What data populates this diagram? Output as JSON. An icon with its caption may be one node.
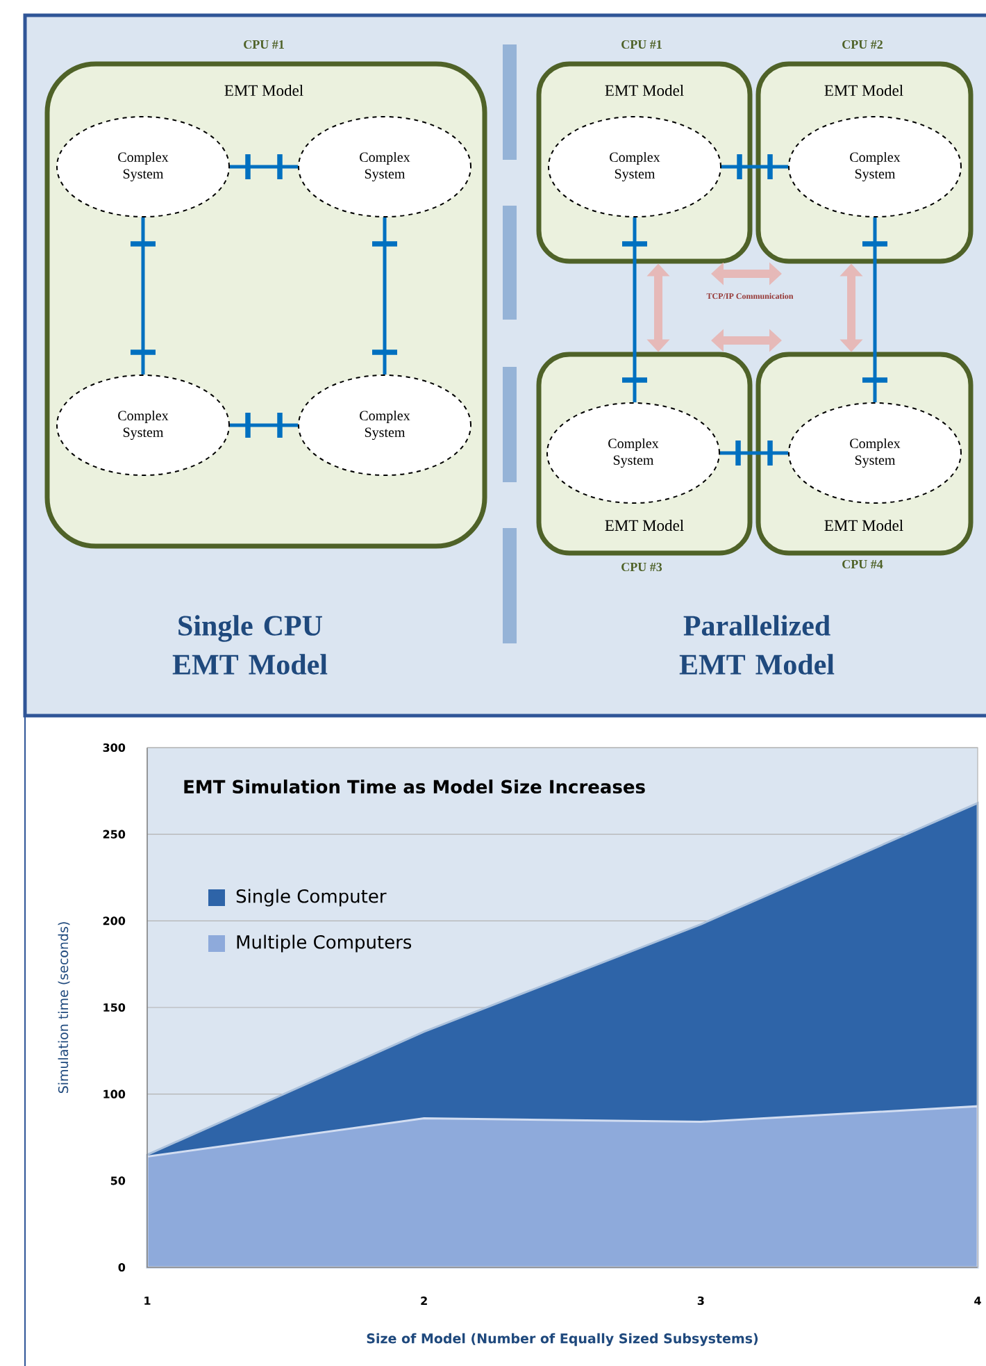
{
  "diagram": {
    "nodes": [
      {
        "text": [
          "CPU #1",
          "EMT Model"
        ]
      },
      {
        "text": [
          "Complex System"
        ],
        "in": 0
      },
      {
        "text": [
          "Complex System"
        ],
        "in": 0
      },
      {
        "text": [
          "Complex System"
        ],
        "in": 0
      },
      {
        "text": [
          "Complex System"
        ],
        "in": 0
      },
      {
        "text": [
          "CPU #1",
          "EMT Model"
        ]
      },
      {
        "text": [
          "Complex System"
        ],
        "in": 5
      },
      {
        "text": [
          "CPU #2",
          "EMT Model"
        ]
      },
      {
        "text": [
          "Complex System"
        ],
        "in": 7
      },
      {
        "text": [
          "EMT Model",
          "CPU #3"
        ]
      },
      {
        "text": [
          "Complex System"
        ],
        "in": 9
      },
      {
        "text": [
          "EMT Model",
          "CPU #4"
        ]
      },
      {
        "text": [
          "Complex System"
        ],
        "in": 11
      }
    ],
    "edges": [
      {
        "from": 1,
        "to": 2,
        "arrow": "none"
      },
      {
        "from": 1,
        "to": 3,
        "arrow": "none"
      },
      {
        "from": 2,
        "to": 4,
        "arrow": "none"
      },
      {
        "from": 3,
        "to": 4,
        "arrow": "none"
      },
      {
        "from": 6,
        "to": 8,
        "arrow": "none"
      },
      {
        "from": 6,
        "to": 10,
        "arrow": "none"
      },
      {
        "from": 8,
        "to": 12,
        "arrow": "none"
      },
      {
        "from": 10,
        "to": 12,
        "arrow": "none"
      },
      {
        "from": 5,
        "to": 7,
        "arrow": "both",
        "style": "thick",
        "color": "#e6b9b8"
      },
      {
        "from": 5,
        "to": 9,
        "arrow": "both",
        "style": "thick",
        "color": "#e6b9b8"
      },
      {
        "from": 7,
        "to": 11,
        "arrow": "both",
        "style": "thick",
        "color": "#e6b9b8"
      },
      {
        "from": 9,
        "to": 11,
        "arrow": "both",
        "style": "thick",
        "color": "#e6b9b8"
      }
    ],
    "labels": [
      "TCP/IP Communication",
      "Single CPU EMT Model",
      "Parallelized EMT Model"
    ],
    "chart_data": {
      "type": "area",
      "title": "EMT Simulation Time as Model Size Increases",
      "xlabel": "Size of Model (Number of Equally Sized Subsystems)",
      "ylabel": "Simulation time (seconds)",
      "x": [
        1,
        2,
        3,
        4
      ],
      "series": [
        {
          "name": "Single Computer",
          "color": "#2e64a8",
          "values": [
            65,
            136,
            198,
            268
          ]
        },
        {
          "name": "Multiple Computers",
          "color": "#8eaadb",
          "values": [
            64,
            86,
            84,
            93
          ]
        }
      ],
      "grid": true,
      "legend": "upper left",
      "xlim": [
        1,
        4
      ],
      "ylim": [
        0,
        300
      ],
      "xticks": [
        1,
        2,
        3,
        4
      ],
      "yticks": [
        0,
        50,
        100,
        150,
        200,
        250,
        300
      ]
    }
  }
}
